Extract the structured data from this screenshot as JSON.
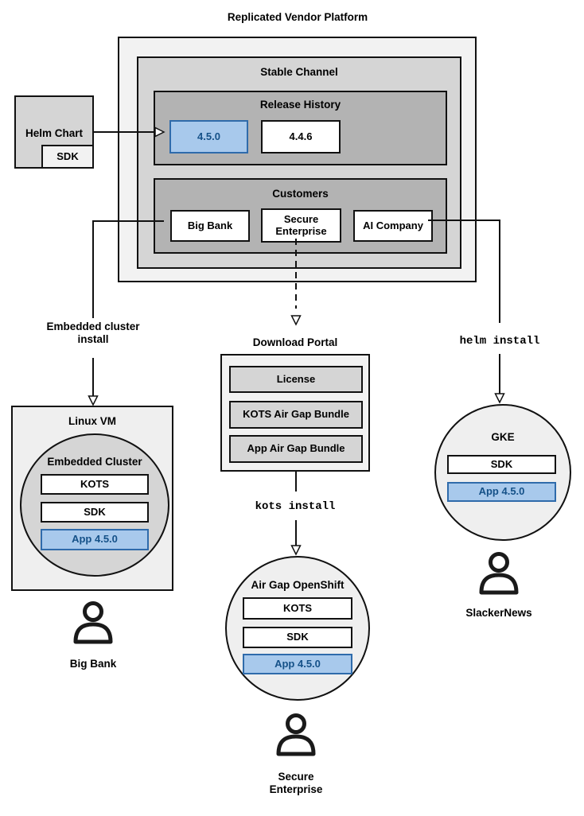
{
  "diagram_title": "Replicated Vendor Platform",
  "colors": {
    "highlight_fill": "#a8c9ec",
    "highlight_border": "#2f6bab",
    "highlight_text": "#155188",
    "outer_gray": "#f2f2f2",
    "mid_gray": "#d5d5d5",
    "dark_gray": "#b3b3b3",
    "light_gray": "#efefef",
    "line": "#111111"
  },
  "stable_channel": {
    "label": "Stable Channel",
    "release_history": {
      "label": "Release History",
      "releases": [
        {
          "version": "4.5.0",
          "highlighted": true
        },
        {
          "version": "4.4.6",
          "highlighted": false
        }
      ]
    },
    "customers": {
      "label": "Customers",
      "items": [
        {
          "name": "Big Bank"
        },
        {
          "name": "Secure Enterprise"
        },
        {
          "name": "AI Company"
        }
      ]
    }
  },
  "helm_chart": {
    "label": "Helm Chart",
    "sdk": "SDK"
  },
  "install_flows": {
    "embedded_cluster": "Embedded cluster install",
    "helm": "helm install",
    "kots": "kots install"
  },
  "download_portal": {
    "label": "Download Portal",
    "items": [
      {
        "name": "License"
      },
      {
        "name": "KOTS Air Gap Bundle"
      },
      {
        "name": "App Air Gap Bundle"
      }
    ]
  },
  "linux_vm": {
    "label": "Linux VM",
    "embedded_cluster": {
      "label": "Embedded Cluster",
      "components": [
        {
          "name": "KOTS",
          "highlighted": false
        },
        {
          "name": "SDK",
          "highlighted": false
        },
        {
          "name": "App 4.5.0",
          "highlighted": true
        }
      ]
    }
  },
  "air_gap_openshift": {
    "label": "Air Gap OpenShift",
    "components": [
      {
        "name": "KOTS",
        "highlighted": false
      },
      {
        "name": "SDK",
        "highlighted": false
      },
      {
        "name": "App 4.5.0",
        "highlighted": true
      }
    ]
  },
  "gke": {
    "label": "GKE",
    "components": [
      {
        "name": "SDK",
        "highlighted": false
      },
      {
        "name": "App 4.5.0",
        "highlighted": true
      }
    ]
  },
  "end_users": [
    {
      "name": "Big Bank"
    },
    {
      "name": "Secure Enterprise"
    },
    {
      "name": "SlackerNews"
    }
  ]
}
